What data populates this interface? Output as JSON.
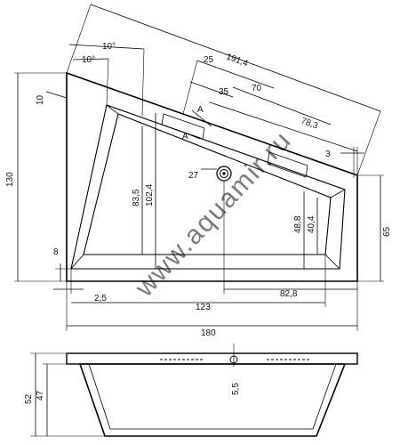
{
  "watermark": "www.aquamir.ru",
  "section_label": "A",
  "dimensions": {
    "d10deg_a": "10°",
    "d10deg_b": "10°",
    "d10": "10",
    "d25": "25",
    "d191_4": "191,4",
    "d35": "35",
    "d70": "70",
    "d78_3": "78,3",
    "d3": "3",
    "d27": "27",
    "d130": "130",
    "d83_5": "83,5",
    "d102_4": "102,4",
    "d48_8": "48,8",
    "d40_4": "40,4",
    "d65": "65",
    "d8": "8",
    "d2_5": "2,5",
    "d82_8": "82,8",
    "d123": "123",
    "d180": "180",
    "d52": "52",
    "d47": "47",
    "d5_5": "5,5"
  }
}
